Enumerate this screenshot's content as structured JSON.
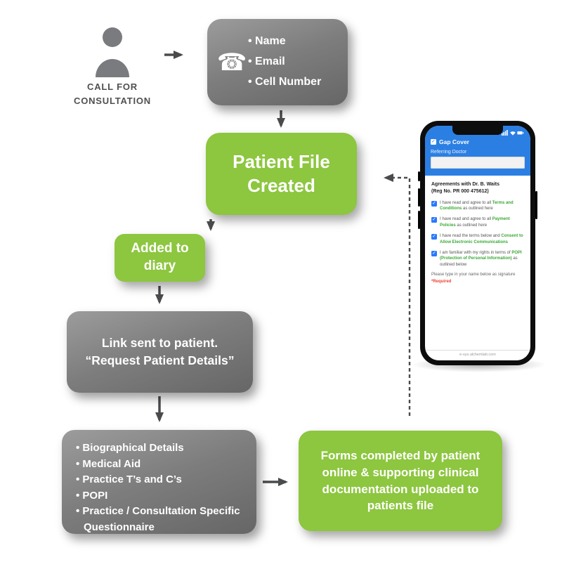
{
  "colors": {
    "green": "#8dc63f",
    "arrow": "#4a4b4d",
    "phone_blue": "#2b7fe3",
    "accent_green": "#3aa935",
    "required_red": "#e8432d"
  },
  "start": {
    "line1": "CALL FOR",
    "line2": "CONSULTATION"
  },
  "contact_box": {
    "items": [
      "Name",
      "Email",
      "Cell Number"
    ]
  },
  "patient_file": {
    "label": "Patient File Created"
  },
  "diary": {
    "label": "Added to diary"
  },
  "link_box": {
    "line1": "Link sent to patient.",
    "line2": "“Request Patient Details”"
  },
  "details_box": {
    "items": [
      "Biographical Details",
      "Medical Aid",
      "Practice T’s and C’s",
      "POPI",
      "Practice / Consultation Specific Questionnaire"
    ]
  },
  "forms_box": {
    "label": "Forms completed by patient online & supporting clinical documentation uploaded to patients file"
  },
  "phone": {
    "app_title": "Gap Cover",
    "referring_doctor": "Referring Doctor",
    "agreement_heading_line1": "Agreements with Dr. B. Waits",
    "agreement_heading_line2": "(Reg No. PR 000 475612)",
    "agreements": [
      {
        "pre": "I have read and agree to all ",
        "em": "Terms and Conditions",
        "post": " as outlined here"
      },
      {
        "pre": "I have read and agree to all ",
        "em": "Payment Policies",
        "post": " as outlined here"
      },
      {
        "pre": "I have read the terms below and ",
        "em": "Consent to Allow Electronic Communications",
        "post": ""
      },
      {
        "pre": "I am familiar with my rights in terms of ",
        "em": "POPI (Protection of Personal Information)",
        "post": " as outlined below"
      }
    ],
    "signature_prompt": "Please type in your name below as signature",
    "required_label": "*Required",
    "footer": "e-sys.alchemlab.com"
  }
}
